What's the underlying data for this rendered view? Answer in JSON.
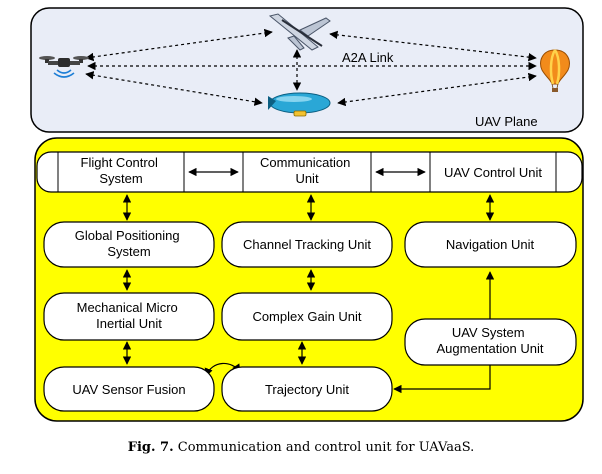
{
  "uav_plane": {
    "label": "UAV Plane",
    "link_label": "A2A Link",
    "vehicles": [
      {
        "name": "drone-icon"
      },
      {
        "name": "fixed-wing-uav-icon"
      },
      {
        "name": "blimp-icon"
      },
      {
        "name": "hot-air-balloon-icon"
      }
    ]
  },
  "top_row": [
    {
      "lines": [
        "Flight Control",
        "System"
      ]
    },
    {
      "lines": [
        "Communication",
        "Unit"
      ]
    },
    {
      "lines": [
        "UAV Control Unit"
      ]
    }
  ],
  "units": {
    "gps": {
      "lines": [
        "Global Positioning",
        "System"
      ]
    },
    "mmiu": {
      "lines": [
        "Mechanical Micro",
        "Inertial Unit"
      ]
    },
    "fusion": {
      "lines": [
        "UAV Sensor Fusion"
      ]
    },
    "channel": {
      "lines": [
        "Channel Tracking Unit"
      ]
    },
    "gain": {
      "lines": [
        "Complex Gain Unit"
      ]
    },
    "trajectory": {
      "lines": [
        "Trajectory Unit"
      ]
    },
    "navigation": {
      "lines": [
        "Navigation Unit"
      ]
    },
    "augmentation": {
      "lines": [
        "UAV System",
        "Augmentation Unit"
      ]
    }
  },
  "caption": {
    "prefix": "Fig. 7.",
    "text": "Communication and control unit for UAVaaS."
  },
  "colors": {
    "plane_fill": "#e9edf7",
    "control_fill": "#ffff00",
    "box_fill": "#ffffff",
    "stroke": "#000000"
  }
}
